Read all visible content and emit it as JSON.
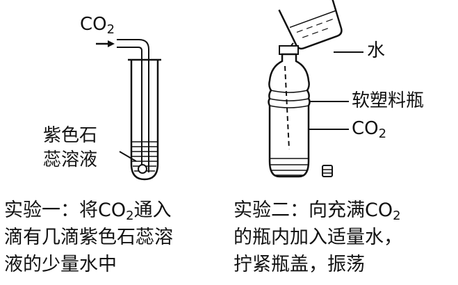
{
  "experiment1": {
    "gas_label": "CO",
    "gas_label_sub": "2",
    "indicator_line1": "紫色石",
    "indicator_line2": "蕊溶液",
    "caption_line1_a": "实验一：将CO",
    "caption_line1_sub": "2",
    "caption_line1_b": "通入",
    "caption_line2": "滴有几滴紫色石蕊溶",
    "caption_line3": "液的少量水中"
  },
  "experiment2": {
    "water_label": "水",
    "bottle_label": "软塑料瓶",
    "gas_label": "CO",
    "gas_label_sub": "2",
    "caption_line1_a": "实验二：向充满CO",
    "caption_line1_sub": "2",
    "caption_line2": "的瓶内加入适量水，",
    "caption_line3": "拧紧瓶盖，振荡"
  }
}
